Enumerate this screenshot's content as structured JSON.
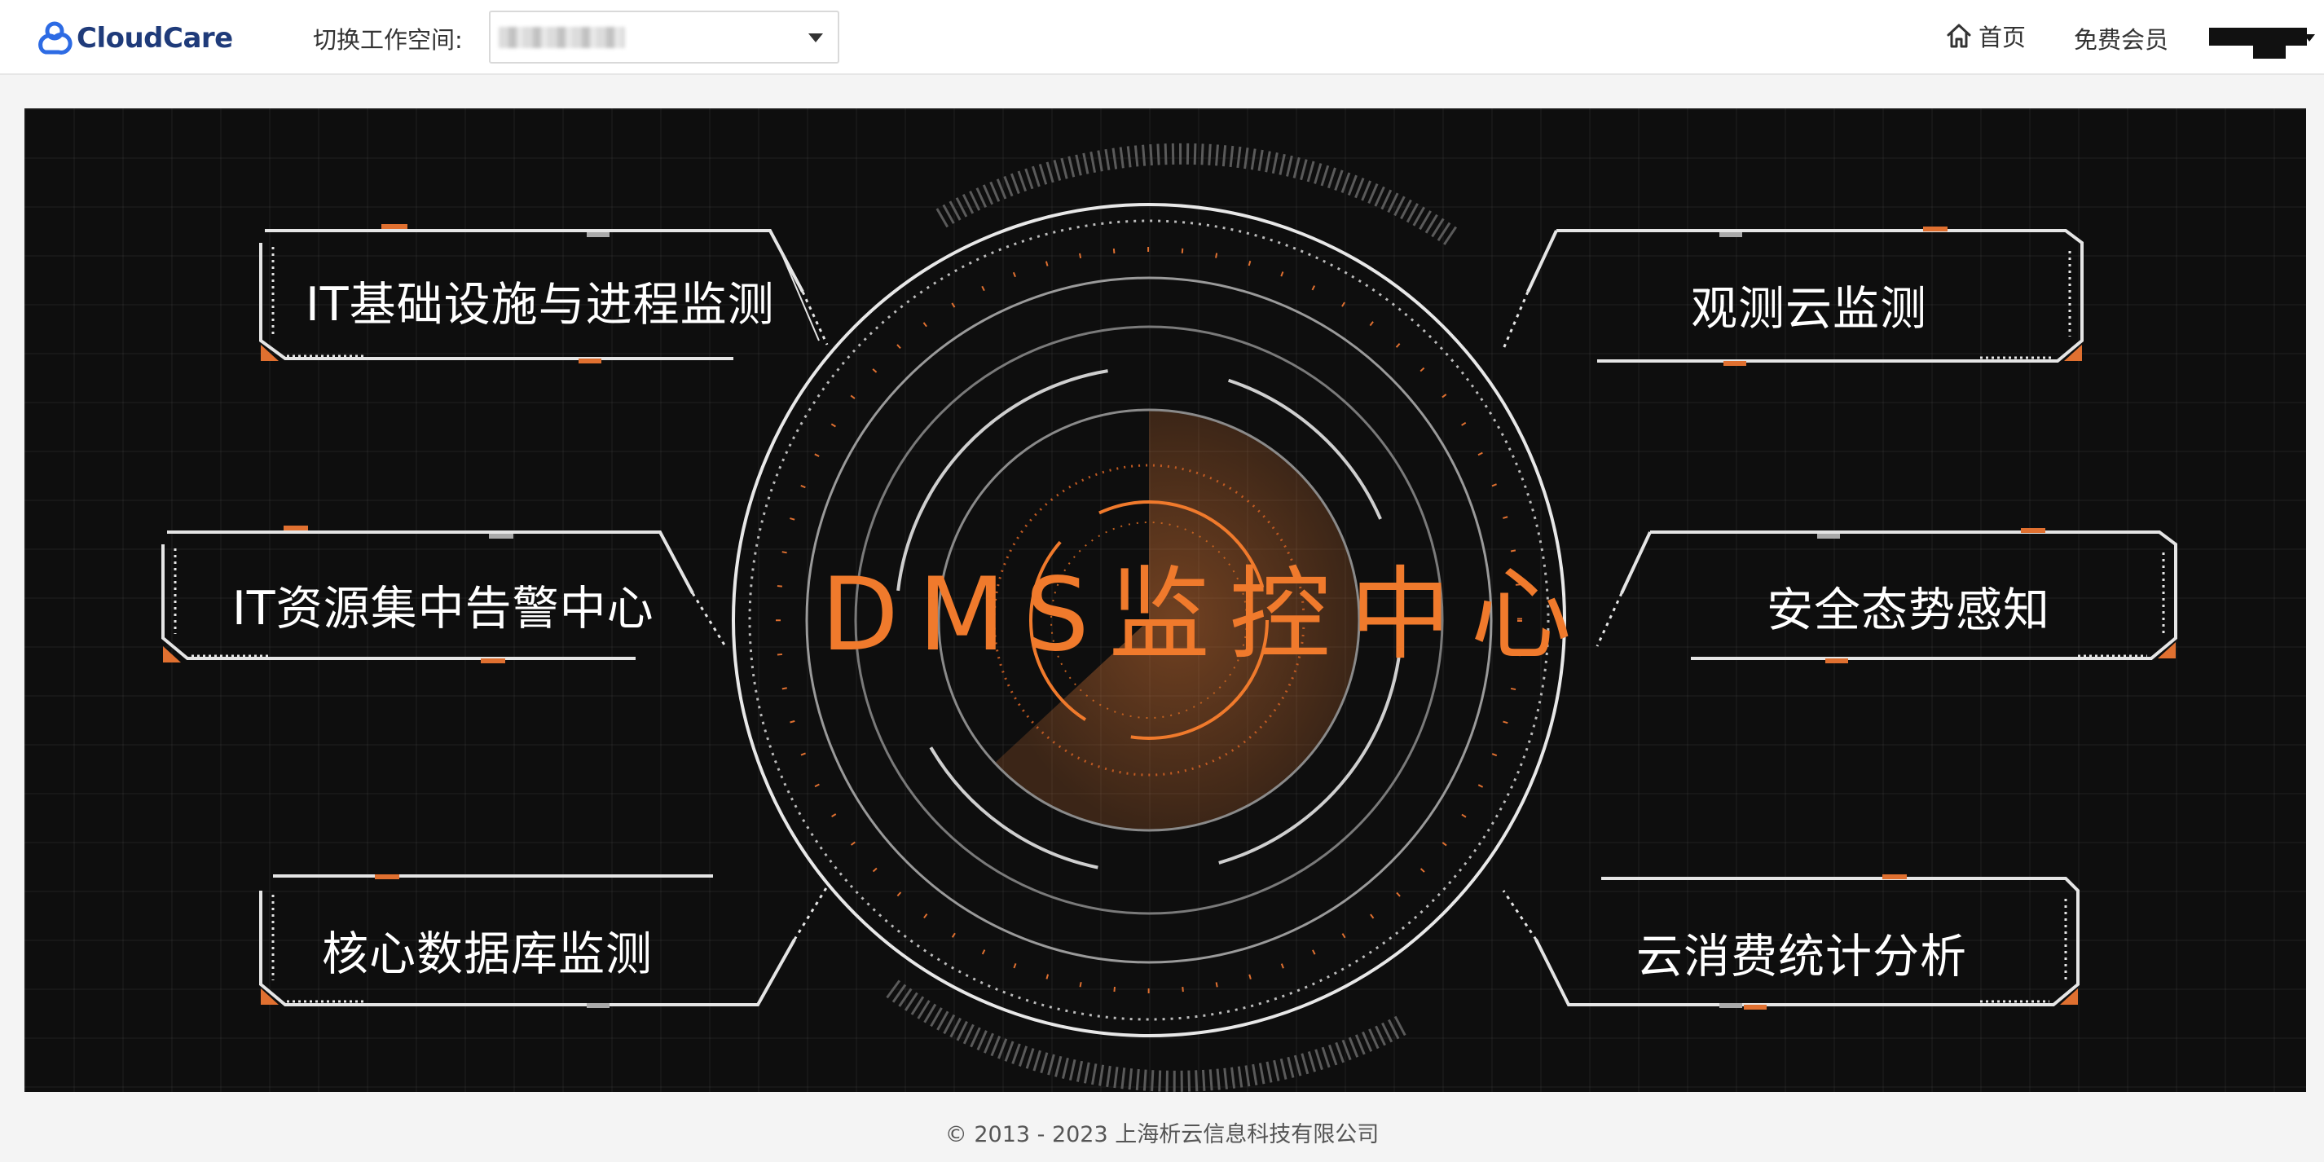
{
  "header": {
    "brand": "CloudCare",
    "workspace_label": "切换工作空间:",
    "nav": {
      "home": "首页",
      "free_member": "免费会员"
    }
  },
  "banner": {
    "title": "DMS监控中心",
    "modules": [
      "IT基础设施与进程监测",
      "IT资源集中告警中心",
      "核心数据库监测",
      "观测云监测",
      "安全态势感知",
      "云消费统计分析"
    ]
  },
  "footer": {
    "copyright": "© 2013 - 2023 上海析云信息科技有限公司"
  },
  "colors": {
    "accent": "#f07a2c",
    "brand_blue": "#2d6be4",
    "banner_bg": "#0e0e0e"
  },
  "icons": {
    "logo": "cloudcare-logo-icon",
    "home": "home-icon",
    "dropdown": "chevron-down-icon"
  }
}
